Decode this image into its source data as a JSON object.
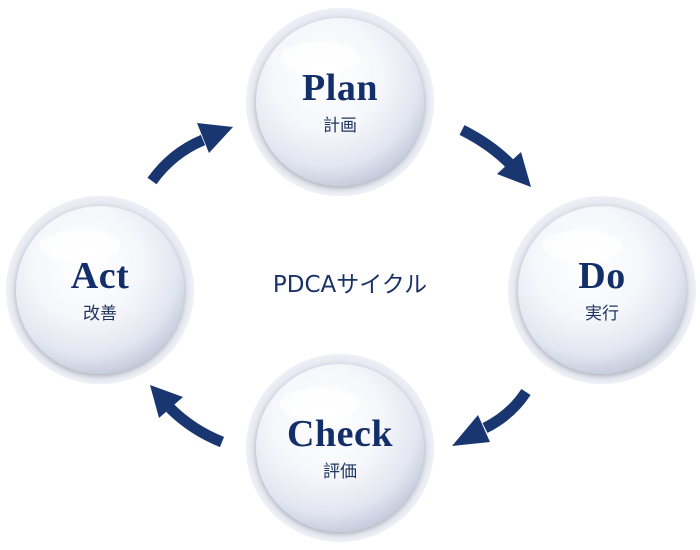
{
  "diagram": {
    "title": "PDCAサイクル",
    "nodes": [
      {
        "id": "plan",
        "label": "Plan",
        "sublabel": "計画"
      },
      {
        "id": "do",
        "label": "Do",
        "sublabel": "実行"
      },
      {
        "id": "check",
        "label": "Check",
        "sublabel": "評価"
      },
      {
        "id": "act",
        "label": "Act",
        "sublabel": "改善"
      }
    ],
    "flow": [
      "plan",
      "do",
      "check",
      "act",
      "plan"
    ]
  },
  "colors": {
    "text_primary": "#132f6a",
    "arrow": "#1a3670",
    "sphere_highlight": "#ffffff",
    "sphere_shadow": "#b9c2d8"
  }
}
